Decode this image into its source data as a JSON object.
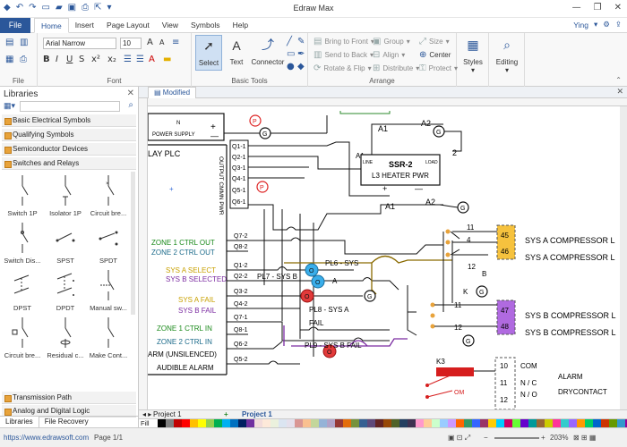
{
  "window": {
    "title": "Edraw Max",
    "minimize": "—",
    "maximize": "❐",
    "close": "✕"
  },
  "menu": {
    "file": "File",
    "tabs": [
      "Home",
      "Insert",
      "Page Layout",
      "View",
      "Symbols",
      "Help"
    ],
    "user": "Ying"
  },
  "ribbon": {
    "font_name": "Arial Narrow",
    "font_size": "10",
    "group_file": "File",
    "group_font": "Font",
    "group_basic_tools": "Basic Tools",
    "group_arrange": "Arrange",
    "select": "Select",
    "text": "Text",
    "connector": "Connector",
    "bring_to_front": "Bring to Front",
    "send_to_back": "Send to Back",
    "rotate_flip": "Rotate & Flip",
    "group": "Group",
    "align": "Align",
    "distribute": "Distribute",
    "size": "Size",
    "center": "Center",
    "protect": "Protect",
    "styles": "Styles",
    "editing": "Editing"
  },
  "library": {
    "title": "Libraries",
    "categories": [
      "Basic Electrical Symbols",
      "Qualifying Symbols",
      "Semiconductor Devices",
      "Switches and Relays"
    ],
    "shapes": [
      "Switch 1P",
      "Isolator 1P",
      "Circuit bre...",
      "Switch Dis...",
      "SPST",
      "SPDT",
      "DPST",
      "DPDT",
      "Manual sw...",
      "Circuit bre...",
      "Residual c...",
      "Make Cont..."
    ],
    "bottom_categories": [
      "Transmission Path",
      "Analog and Digital Logic"
    ],
    "tabs": [
      "Libraries",
      "File Recovery"
    ]
  },
  "document": {
    "tab": "Modified",
    "pages": [
      "Project 1",
      "Project 1"
    ],
    "fill_label": "Fill"
  },
  "diagram": {
    "power_supply": "POWER SUPPLY",
    "plus": "+",
    "minus": "—",
    "n": "N",
    "plc": "LAY PLC",
    "output": "OUTPUT CMMN PWR",
    "q_labels": [
      "Q1-1",
      "Q2-1",
      "Q3-1",
      "Q4-1",
      "Q5-1",
      "Q6-1",
      "Q7-2",
      "Q8-2",
      "Q1-2",
      "Q2-2",
      "Q3-2",
      "Q4-2",
      "Q7-1",
      "Q8-1",
      "Q6-2",
      "Q5-2"
    ],
    "zone1_out": "ZONE 1 CTRL OUT",
    "zone2_out": "ZONE 2 CTRL OUT",
    "sysa_sel": "SYS A SELECT",
    "sysb_sel": "SYS B SELECTED",
    "sysa_fail": "SYS A FAIL",
    "sysb_fail": "SYS B FAIL",
    "zone1_in": "ZONE 1 CTRL IN",
    "zone2_in": "ZONE 2 CTRL IN",
    "arm": "ARM (UNSILENCED)",
    "audible": "AUDIBLE ALARM",
    "ssr": "SSR-2",
    "line": "LINE",
    "load": "LOAD",
    "heater": "L3 HEATER PWR",
    "a1": "A1",
    "a2": "A2",
    "two": "2",
    "pl6": "PL6 - SYS",
    "pl7": "PL7 - SYS B",
    "pl8": "PL8 - SYS A",
    "fail": "FAIL",
    "pl9": "PL9 - SYS B FAIL",
    "a": "A",
    "b": "B",
    "k": "K",
    "g": "G",
    "p": "P",
    "o": "O",
    "t45": "45",
    "t46": "46",
    "t47": "47",
    "t48": "48",
    "t11": "11",
    "t12": "12",
    "t4": "4",
    "t10": "10",
    "t11b": "11",
    "t12b": "12",
    "sysa_comp": "SYS A COMPRESSOR L",
    "sysb_comp": "SYS B COMPRESSOR L",
    "k3": "K3",
    "com": "COM",
    "nc": "N / C",
    "no": "N / O",
    "alarm": "ALARM",
    "drycontact": "DRYCONTACT",
    "om": "OM"
  },
  "status": {
    "url": "https://www.edrawsoft.com",
    "page": "Page 1/1",
    "zoom": "203%"
  },
  "palette": [
    "#ffffff",
    "#000000",
    "#7f7f7f",
    "#c00000",
    "#ff0000",
    "#ffc000",
    "#ffff00",
    "#92d050",
    "#00b050",
    "#00b0f0",
    "#0070c0",
    "#002060",
    "#7030a0",
    "#f2dcdb",
    "#fde9d9",
    "#ebf1dd",
    "#dbe5f1",
    "#e5e0ec",
    "#d99694",
    "#fac090",
    "#c3d69b",
    "#95b3d7",
    "#b2a2c7",
    "#953734",
    "#e36c09",
    "#76923c",
    "#366092",
    "#5f497a",
    "#632423",
    "#974806",
    "#4f6228",
    "#244061",
    "#3f3151",
    "#ff99cc",
    "#ffcc99",
    "#ccffcc",
    "#99ccff",
    "#cc99ff",
    "#ff6600",
    "#339966",
    "#3366ff",
    "#993366",
    "#ffcc00",
    "#00ccff",
    "#cc0066",
    "#66ff33",
    "#6600cc",
    "#009999",
    "#996633",
    "#cccc00",
    "#ff3399",
    "#33cccc",
    "#9966ff",
    "#ff9900",
    "#00cc66",
    "#0066cc",
    "#cc3300",
    "#669900",
    "#3399cc",
    "#990099"
  ]
}
